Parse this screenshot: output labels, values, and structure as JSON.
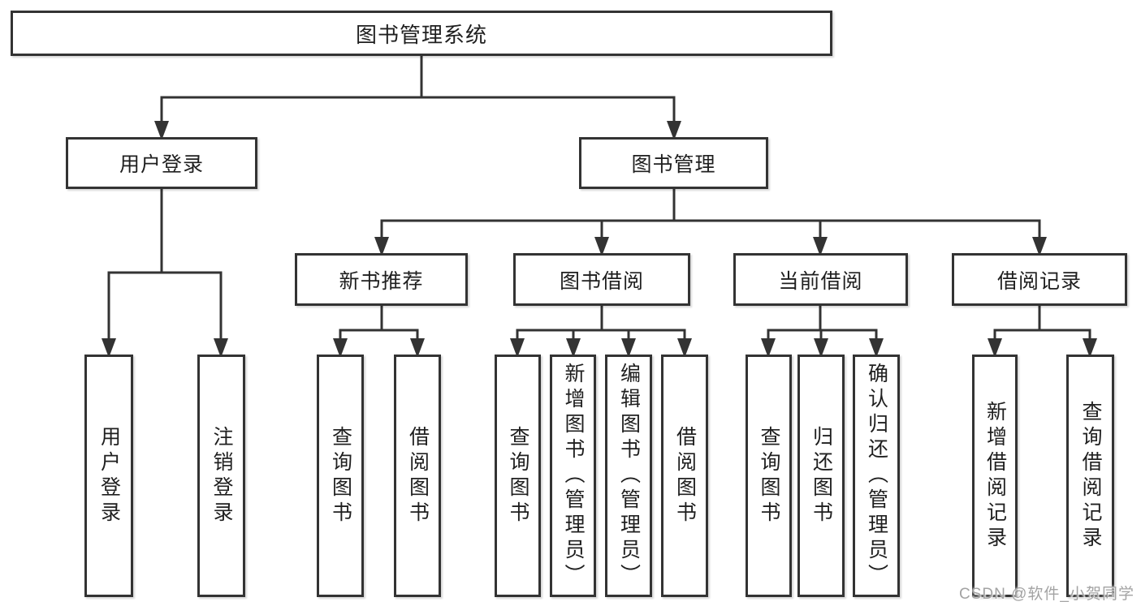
{
  "diagram_type": "functional-structure-tree",
  "colors": {
    "line": "#333333",
    "box_border": "#333333",
    "box_fill": "#ffffff",
    "text": "#1f1f1f",
    "watermark_text": "#a3a3a3",
    "background": "#ffffff"
  },
  "tree": {
    "label": "图书管理系统",
    "children": [
      {
        "label": "用户登录",
        "children": [
          {
            "label": "用户登录"
          },
          {
            "label": "注销登录"
          }
        ]
      },
      {
        "label": "图书管理",
        "children": [
          {
            "label": "新书推荐",
            "children": [
              {
                "label": "查询图书"
              },
              {
                "label": "借阅图书"
              }
            ]
          },
          {
            "label": "图书借阅",
            "children": [
              {
                "label": "查询图书"
              },
              {
                "label": "新增图书（管理员）"
              },
              {
                "label": "编辑图书（管理员）"
              },
              {
                "label": "借阅图书"
              }
            ]
          },
          {
            "label": "当前借阅",
            "children": [
              {
                "label": "查询图书"
              },
              {
                "label": "归还图书"
              },
              {
                "label": "确认归还（管理员）"
              }
            ]
          },
          {
            "label": "借阅记录",
            "children": [
              {
                "label": "新增借阅记录"
              },
              {
                "label": "查询借阅记录"
              }
            ]
          }
        ]
      }
    ]
  },
  "watermark": {
    "text": "CSDN @软件_小贺同学"
  }
}
